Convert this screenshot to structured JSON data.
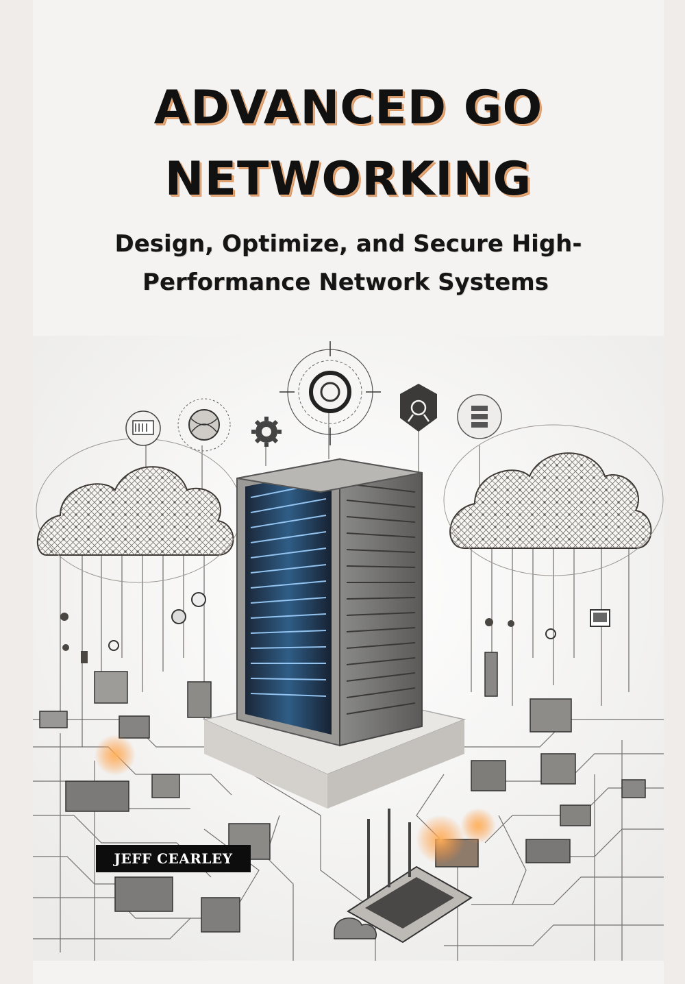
{
  "cover": {
    "title_line_1": "ADVANCED GO",
    "title_line_2": "NETWORKING",
    "subtitle_line_1": "Design, Optimize, and Secure High-",
    "subtitle_line_2": "Performance Network Systems",
    "author": "JEFF CEARLEY"
  },
  "colors": {
    "page_background": "#f4f3f2",
    "title_text": "#111111",
    "title_outline": "#e5a878",
    "author_box": "#0d0d0d",
    "server_glow": "#5a9fd8",
    "accent_glow": "#ff8a2a"
  },
  "illustration": {
    "description_icons": [
      "server-rack-icon",
      "cloud-network-icon",
      "gear-icon",
      "target-icon",
      "database-icon",
      "monitor-icon",
      "building-icon"
    ]
  }
}
